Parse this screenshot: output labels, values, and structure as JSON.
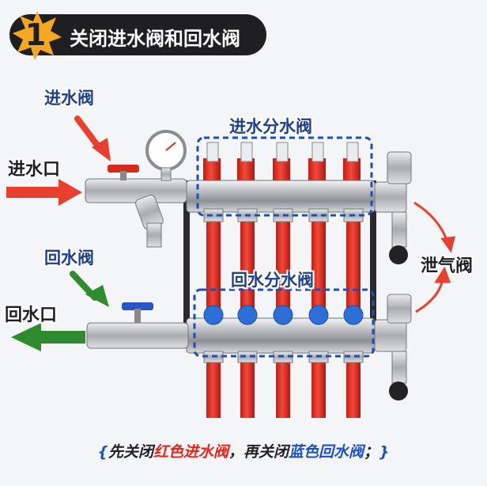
{
  "header": {
    "step": "1",
    "title": "关闭进水阀和回水阀"
  },
  "labels": {
    "inlet_valve": "进水阀",
    "inlet_port": "进水口",
    "return_valve": "回水阀",
    "return_port": "回水口",
    "supply_manifold": "进水分水阀",
    "return_manifold": "回水分水阀",
    "vent_valve": "泄气阀"
  },
  "footer": {
    "open_brace": "{",
    "part1": "先关闭",
    "red_text": "红色进水阀",
    "part2": "，再关闭",
    "blue_text": "蓝色回水阀",
    "part3": "；",
    "close_brace": "}"
  },
  "colors": {
    "header_bg": "#1f1f21",
    "star": "#f5a623",
    "supply_pipe": "#e32b1f",
    "return_pipe": "#2c6fd8",
    "arrow_red": "#e8402c",
    "arrow_green": "#2e8b2e",
    "dashed_box": "#1d4fb5"
  }
}
